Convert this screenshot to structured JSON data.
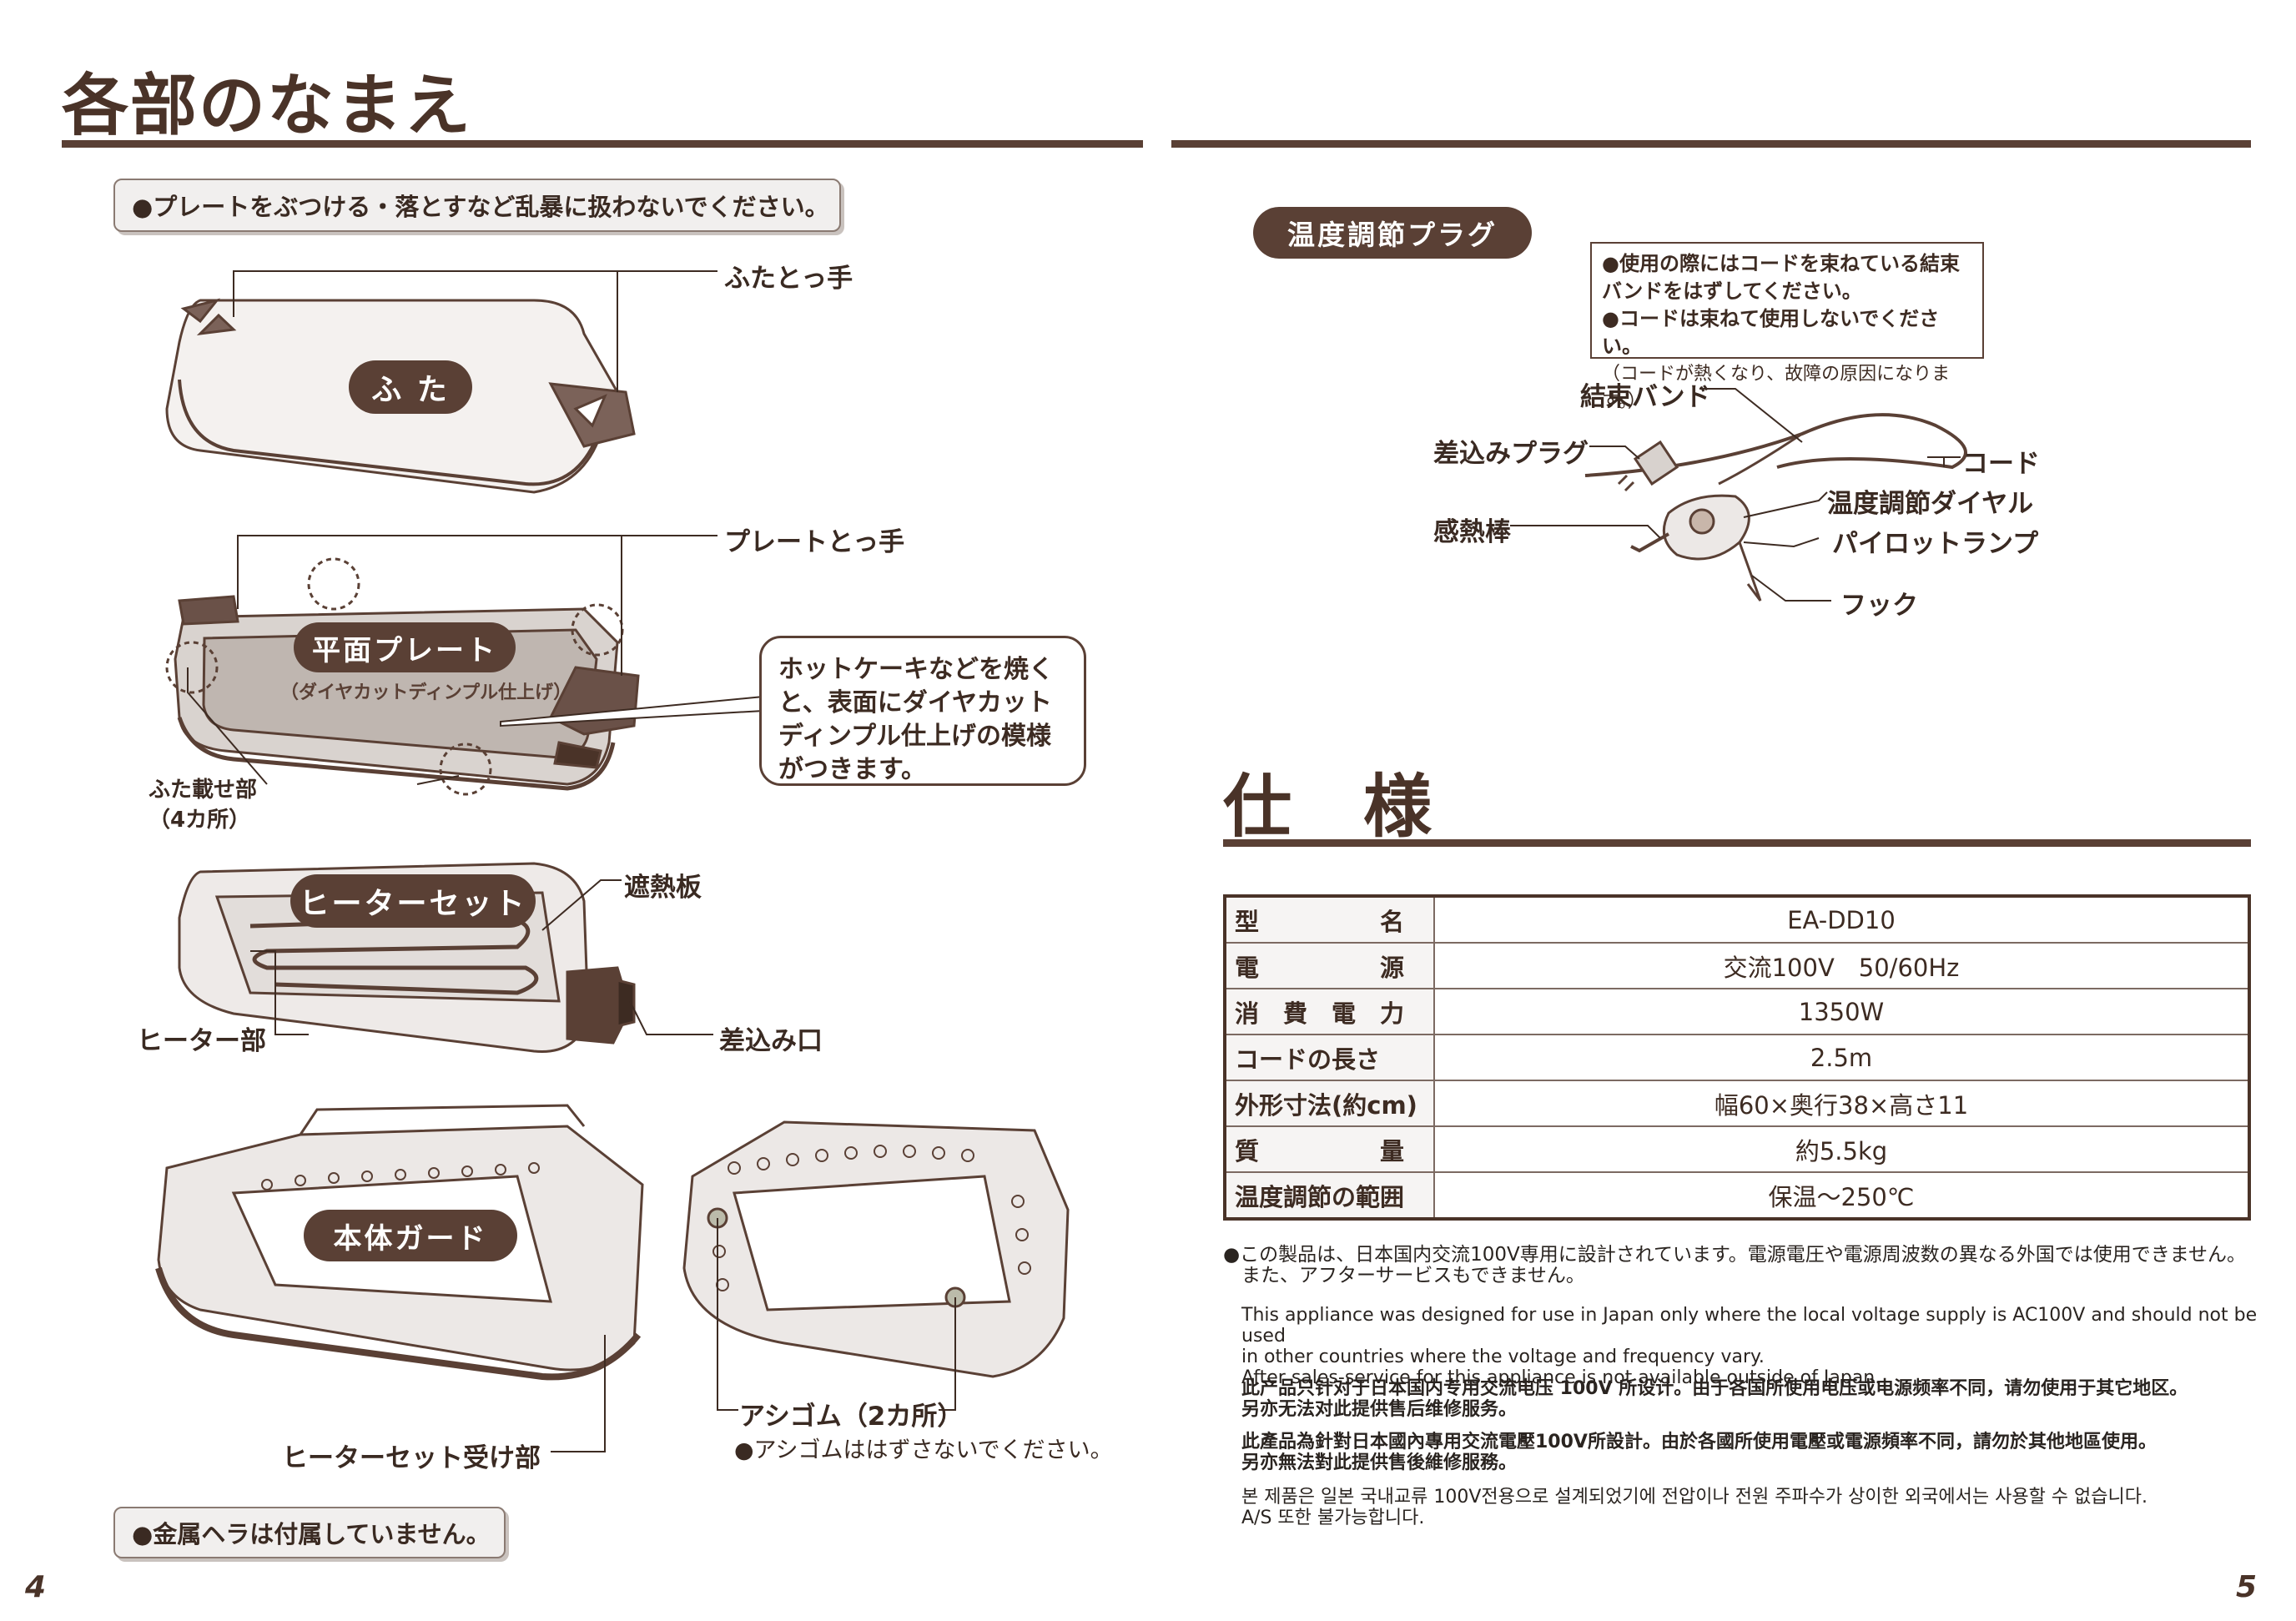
{
  "left": {
    "heading": "各部のなまえ",
    "top_note": "●プレートをぶつける・落とすなど乱暴に扱わないでください。",
    "bottom_note": "●金属ヘラは付属していません。",
    "page_number": "4",
    "lid": {
      "pill": "ふ た",
      "handle_label": "ふたとっ手"
    },
    "plate": {
      "pill": "平面プレート",
      "pill_sub": "（ダイヤカットディンプル仕上げ）",
      "handle_label": "プレートとっ手",
      "rest_label_1": "ふた載せ部",
      "rest_label_2": "（4カ所）",
      "callout": "ホットケーキなどを焼くと、表面にダイヤカットディンプル仕上げの模様がつきます。"
    },
    "heater": {
      "pill": "ヒーターセット",
      "shield_label": "遮熱板",
      "heater_label": "ヒーター部",
      "inlet_label": "差込み口"
    },
    "guard": {
      "pill": "本体ガード",
      "receiver_label": "ヒーターセット受け部",
      "feet_label": "アシゴム（2カ所）",
      "feet_note": "●アシゴムははずさないでください。"
    }
  },
  "right": {
    "plug_pill": "温度調節プラグ",
    "caution_1": "●使用の際にはコードを束ねている結束バンドをはずしてください。",
    "caution_2": "●コードは束ねて使用しないでください。",
    "caution_3": "（コードが熱くなり、故障の原因になります。）",
    "labels": {
      "band": "結束バンド",
      "plug": "差込みプラグ",
      "cord": "コード",
      "dial": "温度調節ダイヤル",
      "sensor": "感熱棒",
      "lamp": "パイロットランプ",
      "hook": "フック"
    },
    "spec_heading": "仕　様",
    "spec_rows": [
      {
        "key": "型　　　　　名",
        "value": "EA-DD10"
      },
      {
        "key": "電　　　　　源",
        "value": "交流100V　50/60Hz"
      },
      {
        "key": "消　費　電　力",
        "value": "1350W"
      },
      {
        "key": "コードの長さ",
        "value": "2.5m"
      },
      {
        "key": "外形寸法(約cm)",
        "value": "幅60×奥行38×高さ11"
      },
      {
        "key": "質　　　　　量",
        "value": "約5.5kg"
      },
      {
        "key": "温度調節の範囲",
        "value": "保温〜250℃"
      }
    ],
    "jp_note_1": "●この製品は、日本国内交流100V専用に設計されています。電源電圧や電源周波数の異なる外国では使用できません。",
    "jp_note_2": "また、アフターサービスもできません。",
    "en_1": "This appliance was designed for use in Japan only where the local voltage supply is AC100V and should not be used",
    "en_2": "in other countries where the voltage and frequency vary.",
    "en_3": "After sales-service for this appliance is not available outside of Japan.",
    "zh_s_1": "此产品只针对于日本国内专用交流电压 100V 所设计。由于各国所使用电压或电源频率不同，请勿使用于其它地区。",
    "zh_s_2": "另亦无法对此提供售后维修服务。",
    "zh_t_1": "此產品為針對日本國內專用交流電壓100V所設計。由於各國所使用電壓或電源頻率不同，請勿於其他地區使用。",
    "zh_t_2": "另亦無法對此提供售後維修服務。",
    "ko_1": "본 제품은 일본 국내교류 100V전용으로 설계되었기에 전압이나 전원 주파수가 상이한 외국에서는 사용할 수 없습니다.",
    "ko_2": "A/S 또한 불가능합니다.",
    "page_number": "5"
  },
  "colors": {
    "brown": "#5a4035",
    "dark": "#3d2b22",
    "light_fill": "#f1efee"
  },
  "icons": [
    "pan-lid-illustration",
    "flat-plate-illustration",
    "heater-set-illustration",
    "body-guard-illustration",
    "guard-underside-illustration",
    "temperature-plug-illustration"
  ]
}
